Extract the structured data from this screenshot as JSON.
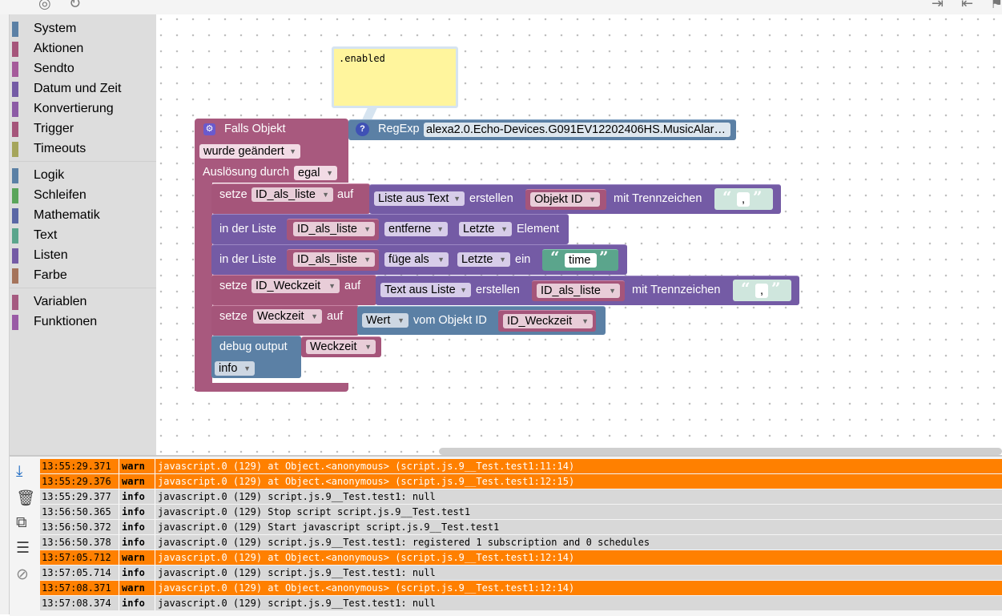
{
  "colors": {
    "system": "#5b80a5",
    "aktionen": "#a5557a",
    "sendto": "#a55b9a",
    "datum": "#745ba5",
    "konvertierung": "#8c5ba5",
    "trigger": "#a5557a",
    "timeouts": "#a5a55b",
    "logik": "#5b80a5",
    "schleifen": "#5ba55b",
    "mathematik": "#5b67a5",
    "text": "#5ba58c",
    "listen": "#745ba5",
    "farbe": "#a5745b",
    "variablen": "#a55b80",
    "funktionen": "#995ba5",
    "log_warn": "#ff8000",
    "log_info": "#d8d8d8"
  },
  "topbar": {
    "left_icons": [
      "target-icon",
      "refresh-icon"
    ],
    "right_icons": [
      "export-icon",
      "import-icon",
      "flag-icon"
    ]
  },
  "toolbox": {
    "items": [
      {
        "label": "System"
      },
      {
        "label": "Aktionen"
      },
      {
        "label": "Sendto"
      },
      {
        "label": "Datum und Zeit"
      },
      {
        "label": "Konvertierung"
      },
      {
        "label": "Trigger"
      },
      {
        "label": "Timeouts"
      },
      {
        "label": "Logik"
      },
      {
        "label": "Schleifen"
      },
      {
        "label": "Mathematik"
      },
      {
        "label": "Text"
      },
      {
        "label": "Listen"
      },
      {
        "label": "Farbe"
      },
      {
        "label": "Variablen"
      },
      {
        "label": "Funktionen"
      }
    ]
  },
  "comment": {
    "text": ".enabled"
  },
  "blocks": {
    "trigger_title": "Falls Objekt",
    "trigger_changed": "wurde geändert",
    "trigger_by_label": "Auslösung durch",
    "trigger_by_value": "egal",
    "regexp_label": "RegExp",
    "regexp_value": "alexa2.0.Echo-Devices.G091EV12202406HS.MusicAlar…",
    "row1": {
      "set": "setze",
      "var": "ID_als_liste",
      "to": "auf",
      "list_from_text": "Liste aus Text",
      "create": "erstellen",
      "obj_id": "Objekt ID",
      "with_sep": "mit Trennzeichen",
      "sep_value": ","
    },
    "row2": {
      "in_list": "in der Liste",
      "var": "ID_als_liste",
      "op": "entferne",
      "pos": "Letzte",
      "element": "Element"
    },
    "row3": {
      "in_list": "in der Liste",
      "var": "ID_als_liste",
      "op": "füge als",
      "pos": "Letzte",
      "in": "ein",
      "str": "time"
    },
    "row4": {
      "set": "setze",
      "var": "ID_Weckzeit",
      "to": "auf",
      "text_from_list": "Text aus Liste",
      "create": "erstellen",
      "list_var": "ID_als_liste",
      "with_sep": "mit Trennzeichen",
      "sep_value": ","
    },
    "row5": {
      "set": "setze",
      "var": "Weckzeit",
      "to": "auf",
      "value": "Wert",
      "from_obj": "vom Objekt ID",
      "obj_var": "ID_Weckzeit"
    },
    "row6": {
      "debug": "debug output",
      "var": "Weckzeit",
      "level": "info"
    }
  },
  "log": {
    "toolbar_icons": [
      "scroll-down-icon",
      "delete-icon",
      "copy-icon",
      "list-icon",
      "hide-icon"
    ],
    "rows": [
      {
        "time": "13:55:29.371",
        "level": "warn",
        "msg": "javascript.0 (129) at Object.<anonymous> (script.js.9__Test.test1:11:14)"
      },
      {
        "time": "13:55:29.376",
        "level": "warn",
        "msg": "javascript.0 (129) at Object.<anonymous> (script.js.9__Test.test1:12:15)"
      },
      {
        "time": "13:55:29.377",
        "level": "info",
        "msg": "javascript.0 (129) script.js.9__Test.test1: null"
      },
      {
        "time": "13:56:50.365",
        "level": "info",
        "msg": "javascript.0 (129) Stop script script.js.9__Test.test1"
      },
      {
        "time": "13:56:50.372",
        "level": "info",
        "msg": "javascript.0 (129) Start javascript script.js.9__Test.test1"
      },
      {
        "time": "13:56:50.378",
        "level": "info",
        "msg": "javascript.0 (129) script.js.9__Test.test1: registered 1 subscription and 0 schedules"
      },
      {
        "time": "13:57:05.712",
        "level": "warn",
        "msg": "javascript.0 (129) at Object.<anonymous> (script.js.9__Test.test1:12:14)"
      },
      {
        "time": "13:57:05.714",
        "level": "info",
        "msg": "javascript.0 (129) script.js.9__Test.test1: null"
      },
      {
        "time": "13:57:08.371",
        "level": "warn",
        "msg": "javascript.0 (129) at Object.<anonymous> (script.js.9__Test.test1:12:14)"
      },
      {
        "time": "13:57:08.374",
        "level": "info",
        "msg": "javascript.0 (129) script.js.9__Test.test1: null"
      }
    ]
  }
}
